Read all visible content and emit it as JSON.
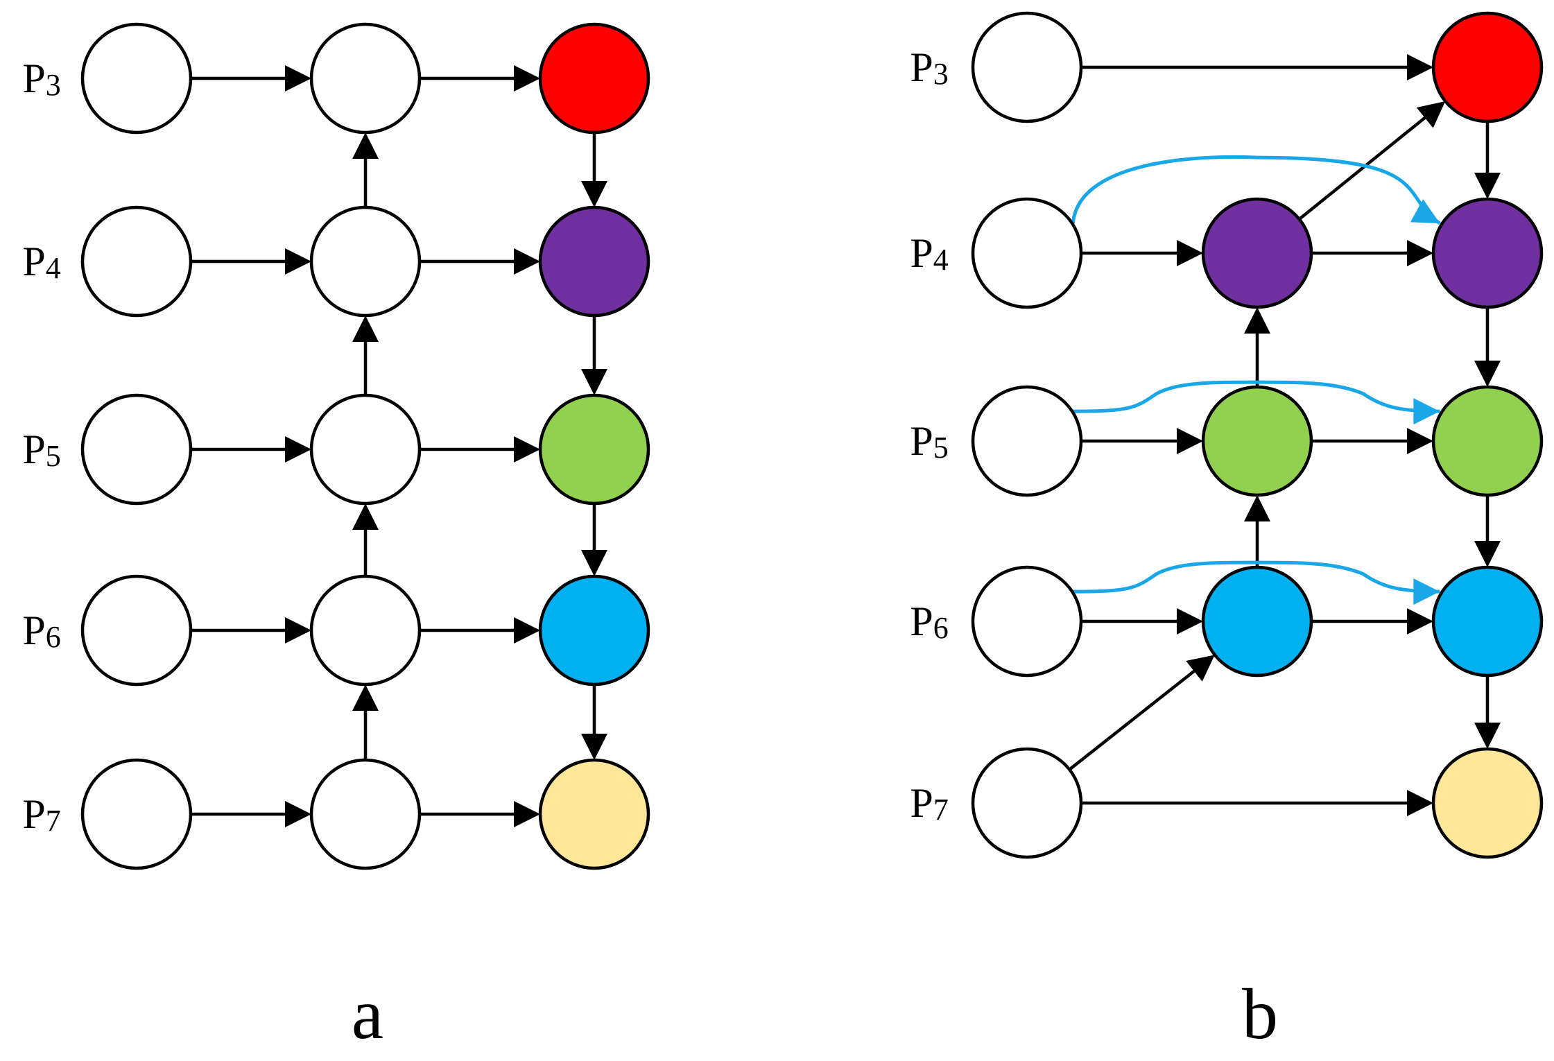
{
  "colors": {
    "white": "#ffffff",
    "red": "#ff0000",
    "purple": "#7030a0",
    "green": "#92d050",
    "blue": "#00b0f0",
    "yellow": "#ffe699",
    "blue_edge": "#1aa7e8",
    "black": "#000000"
  },
  "rows": [
    {
      "id": "P3",
      "letter": "P",
      "sub": "3"
    },
    {
      "id": "P4",
      "letter": "P",
      "sub": "4"
    },
    {
      "id": "P5",
      "letter": "P",
      "sub": "5"
    },
    {
      "id": "P6",
      "letter": "P",
      "sub": "6"
    },
    {
      "id": "P7",
      "letter": "P",
      "sub": "7"
    }
  ],
  "panel_a": {
    "label": "a",
    "columns": [
      "input",
      "bottom_up",
      "output"
    ],
    "nodes": [
      {
        "id": "a_in_P3",
        "row": "P3",
        "col": "input",
        "color": "white"
      },
      {
        "id": "a_in_P4",
        "row": "P4",
        "col": "input",
        "color": "white"
      },
      {
        "id": "a_in_P5",
        "row": "P5",
        "col": "input",
        "color": "white"
      },
      {
        "id": "a_in_P6",
        "row": "P6",
        "col": "input",
        "color": "white"
      },
      {
        "id": "a_in_P7",
        "row": "P7",
        "col": "input",
        "color": "white"
      },
      {
        "id": "a_mid_P3",
        "row": "P3",
        "col": "bottom_up",
        "color": "white"
      },
      {
        "id": "a_mid_P4",
        "row": "P4",
        "col": "bottom_up",
        "color": "white"
      },
      {
        "id": "a_mid_P5",
        "row": "P5",
        "col": "bottom_up",
        "color": "white"
      },
      {
        "id": "a_mid_P6",
        "row": "P6",
        "col": "bottom_up",
        "color": "white"
      },
      {
        "id": "a_mid_P7",
        "row": "P7",
        "col": "bottom_up",
        "color": "white"
      },
      {
        "id": "a_out_P3",
        "row": "P3",
        "col": "output",
        "color": "red"
      },
      {
        "id": "a_out_P4",
        "row": "P4",
        "col": "output",
        "color": "purple"
      },
      {
        "id": "a_out_P5",
        "row": "P5",
        "col": "output",
        "color": "green"
      },
      {
        "id": "a_out_P6",
        "row": "P6",
        "col": "output",
        "color": "blue"
      },
      {
        "id": "a_out_P7",
        "row": "P7",
        "col": "output",
        "color": "yellow"
      }
    ],
    "edges": [
      {
        "from": "a_in_P3",
        "to": "a_mid_P3",
        "style": "black"
      },
      {
        "from": "a_in_P4",
        "to": "a_mid_P4",
        "style": "black"
      },
      {
        "from": "a_in_P5",
        "to": "a_mid_P5",
        "style": "black"
      },
      {
        "from": "a_in_P6",
        "to": "a_mid_P6",
        "style": "black"
      },
      {
        "from": "a_in_P7",
        "to": "a_mid_P7",
        "style": "black"
      },
      {
        "from": "a_mid_P3",
        "to": "a_out_P3",
        "style": "black"
      },
      {
        "from": "a_mid_P4",
        "to": "a_out_P4",
        "style": "black"
      },
      {
        "from": "a_mid_P5",
        "to": "a_out_P5",
        "style": "black"
      },
      {
        "from": "a_mid_P6",
        "to": "a_out_P6",
        "style": "black"
      },
      {
        "from": "a_mid_P7",
        "to": "a_out_P7",
        "style": "black"
      },
      {
        "from": "a_mid_P7",
        "to": "a_mid_P6",
        "style": "black"
      },
      {
        "from": "a_mid_P6",
        "to": "a_mid_P5",
        "style": "black"
      },
      {
        "from": "a_mid_P5",
        "to": "a_mid_P4",
        "style": "black"
      },
      {
        "from": "a_mid_P4",
        "to": "a_mid_P3",
        "style": "black"
      },
      {
        "from": "a_out_P3",
        "to": "a_out_P4",
        "style": "black"
      },
      {
        "from": "a_out_P4",
        "to": "a_out_P5",
        "style": "black"
      },
      {
        "from": "a_out_P5",
        "to": "a_out_P6",
        "style": "black"
      },
      {
        "from": "a_out_P6",
        "to": "a_out_P7",
        "style": "black"
      }
    ]
  },
  "panel_b": {
    "label": "b",
    "columns": [
      "input",
      "bottom_up",
      "output"
    ],
    "nodes": [
      {
        "id": "b_in_P3",
        "row": "P3",
        "col": "input",
        "color": "white"
      },
      {
        "id": "b_in_P4",
        "row": "P4",
        "col": "input",
        "color": "white"
      },
      {
        "id": "b_in_P5",
        "row": "P5",
        "col": "input",
        "color": "white"
      },
      {
        "id": "b_in_P6",
        "row": "P6",
        "col": "input",
        "color": "white"
      },
      {
        "id": "b_in_P7",
        "row": "P7",
        "col": "input",
        "color": "white"
      },
      {
        "id": "b_mid_P4",
        "row": "P4",
        "col": "bottom_up",
        "color": "purple"
      },
      {
        "id": "b_mid_P5",
        "row": "P5",
        "col": "bottom_up",
        "color": "green"
      },
      {
        "id": "b_mid_P6",
        "row": "P6",
        "col": "bottom_up",
        "color": "blue"
      },
      {
        "id": "b_out_P3",
        "row": "P3",
        "col": "output",
        "color": "red"
      },
      {
        "id": "b_out_P4",
        "row": "P4",
        "col": "output",
        "color": "purple"
      },
      {
        "id": "b_out_P5",
        "row": "P5",
        "col": "output",
        "color": "green"
      },
      {
        "id": "b_out_P6",
        "row": "P6",
        "col": "output",
        "color": "blue"
      },
      {
        "id": "b_out_P7",
        "row": "P7",
        "col": "output",
        "color": "yellow"
      }
    ],
    "edges": [
      {
        "from": "b_in_P3",
        "to": "b_out_P3",
        "style": "black"
      },
      {
        "from": "b_in_P4",
        "to": "b_mid_P4",
        "style": "black"
      },
      {
        "from": "b_in_P5",
        "to": "b_mid_P5",
        "style": "black"
      },
      {
        "from": "b_in_P6",
        "to": "b_mid_P6",
        "style": "black"
      },
      {
        "from": "b_in_P7",
        "to": "b_out_P7",
        "style": "black"
      },
      {
        "from": "b_in_P7",
        "to": "b_mid_P6",
        "style": "black"
      },
      {
        "from": "b_mid_P4",
        "to": "b_out_P4",
        "style": "black"
      },
      {
        "from": "b_mid_P5",
        "to": "b_out_P5",
        "style": "black"
      },
      {
        "from": "b_mid_P6",
        "to": "b_out_P6",
        "style": "black"
      },
      {
        "from": "b_mid_P6",
        "to": "b_mid_P5",
        "style": "black"
      },
      {
        "from": "b_mid_P5",
        "to": "b_mid_P4",
        "style": "black"
      },
      {
        "from": "b_mid_P4",
        "to": "b_out_P3",
        "style": "black"
      },
      {
        "from": "b_out_P3",
        "to": "b_out_P4",
        "style": "black"
      },
      {
        "from": "b_out_P4",
        "to": "b_out_P5",
        "style": "black"
      },
      {
        "from": "b_out_P5",
        "to": "b_out_P6",
        "style": "black"
      },
      {
        "from": "b_out_P6",
        "to": "b_out_P7",
        "style": "black"
      },
      {
        "from": "b_in_P4",
        "to": "b_out_P4",
        "style": "blue_skip"
      },
      {
        "from": "b_in_P5",
        "to": "b_out_P5",
        "style": "blue_skip"
      },
      {
        "from": "b_in_P6",
        "to": "b_out_P6",
        "style": "blue_skip"
      }
    ]
  }
}
